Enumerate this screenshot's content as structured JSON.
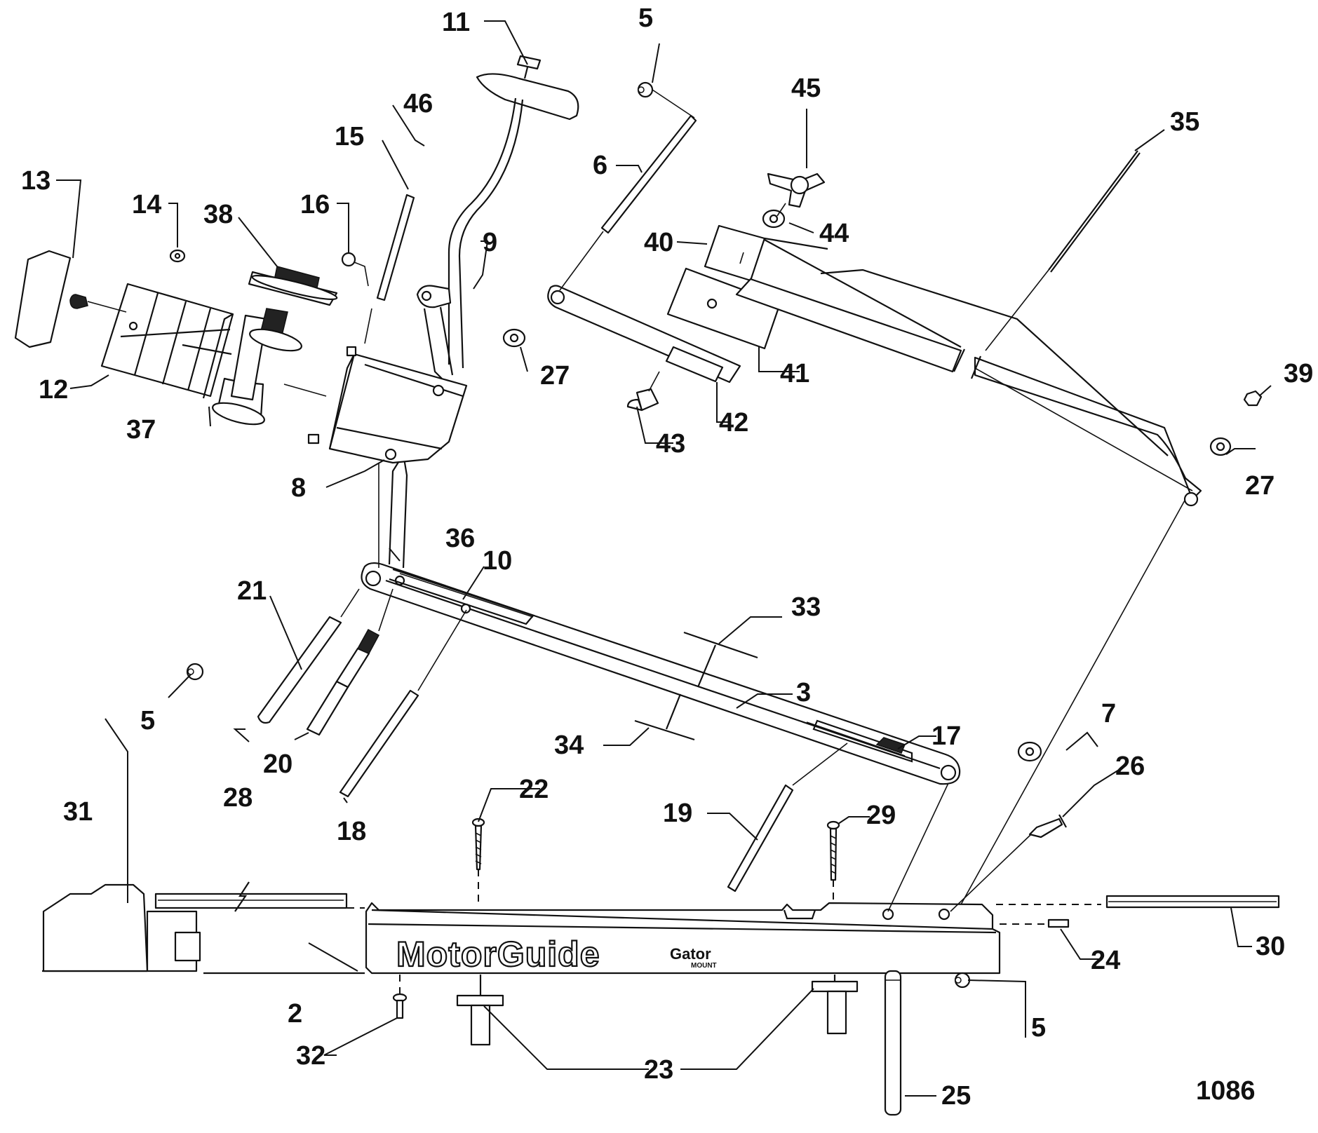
{
  "figure_number": "1086",
  "brand": {
    "name": "MotorGuide",
    "sub": "Gator",
    "sub_small": "MOUNT"
  },
  "callouts": {
    "c2": "2",
    "c3": "3",
    "c5a": "5",
    "c5b": "5",
    "c5c": "5",
    "c6": "6",
    "c7": "7",
    "c8": "8",
    "c9": "9",
    "c10": "10",
    "c11": "11",
    "c12": "12",
    "c13": "13",
    "c14": "14",
    "c15": "15",
    "c16": "16",
    "c17": "17",
    "c18": "18",
    "c19": "19",
    "c20": "20",
    "c21": "21",
    "c22": "22",
    "c23": "23",
    "c24": "24",
    "c25": "25",
    "c26": "26",
    "c27a": "27",
    "c27b": "27",
    "c28": "28",
    "c29": "29",
    "c30": "30",
    "c31": "31",
    "c32": "32",
    "c33": "33",
    "c34": "34",
    "c35": "35",
    "c36": "36",
    "c37": "37",
    "c38": "38",
    "c39": "39",
    "c40": "40",
    "c41": "41",
    "c42": "42",
    "c43": "43",
    "c44": "44",
    "c45": "45",
    "c46": "46"
  }
}
